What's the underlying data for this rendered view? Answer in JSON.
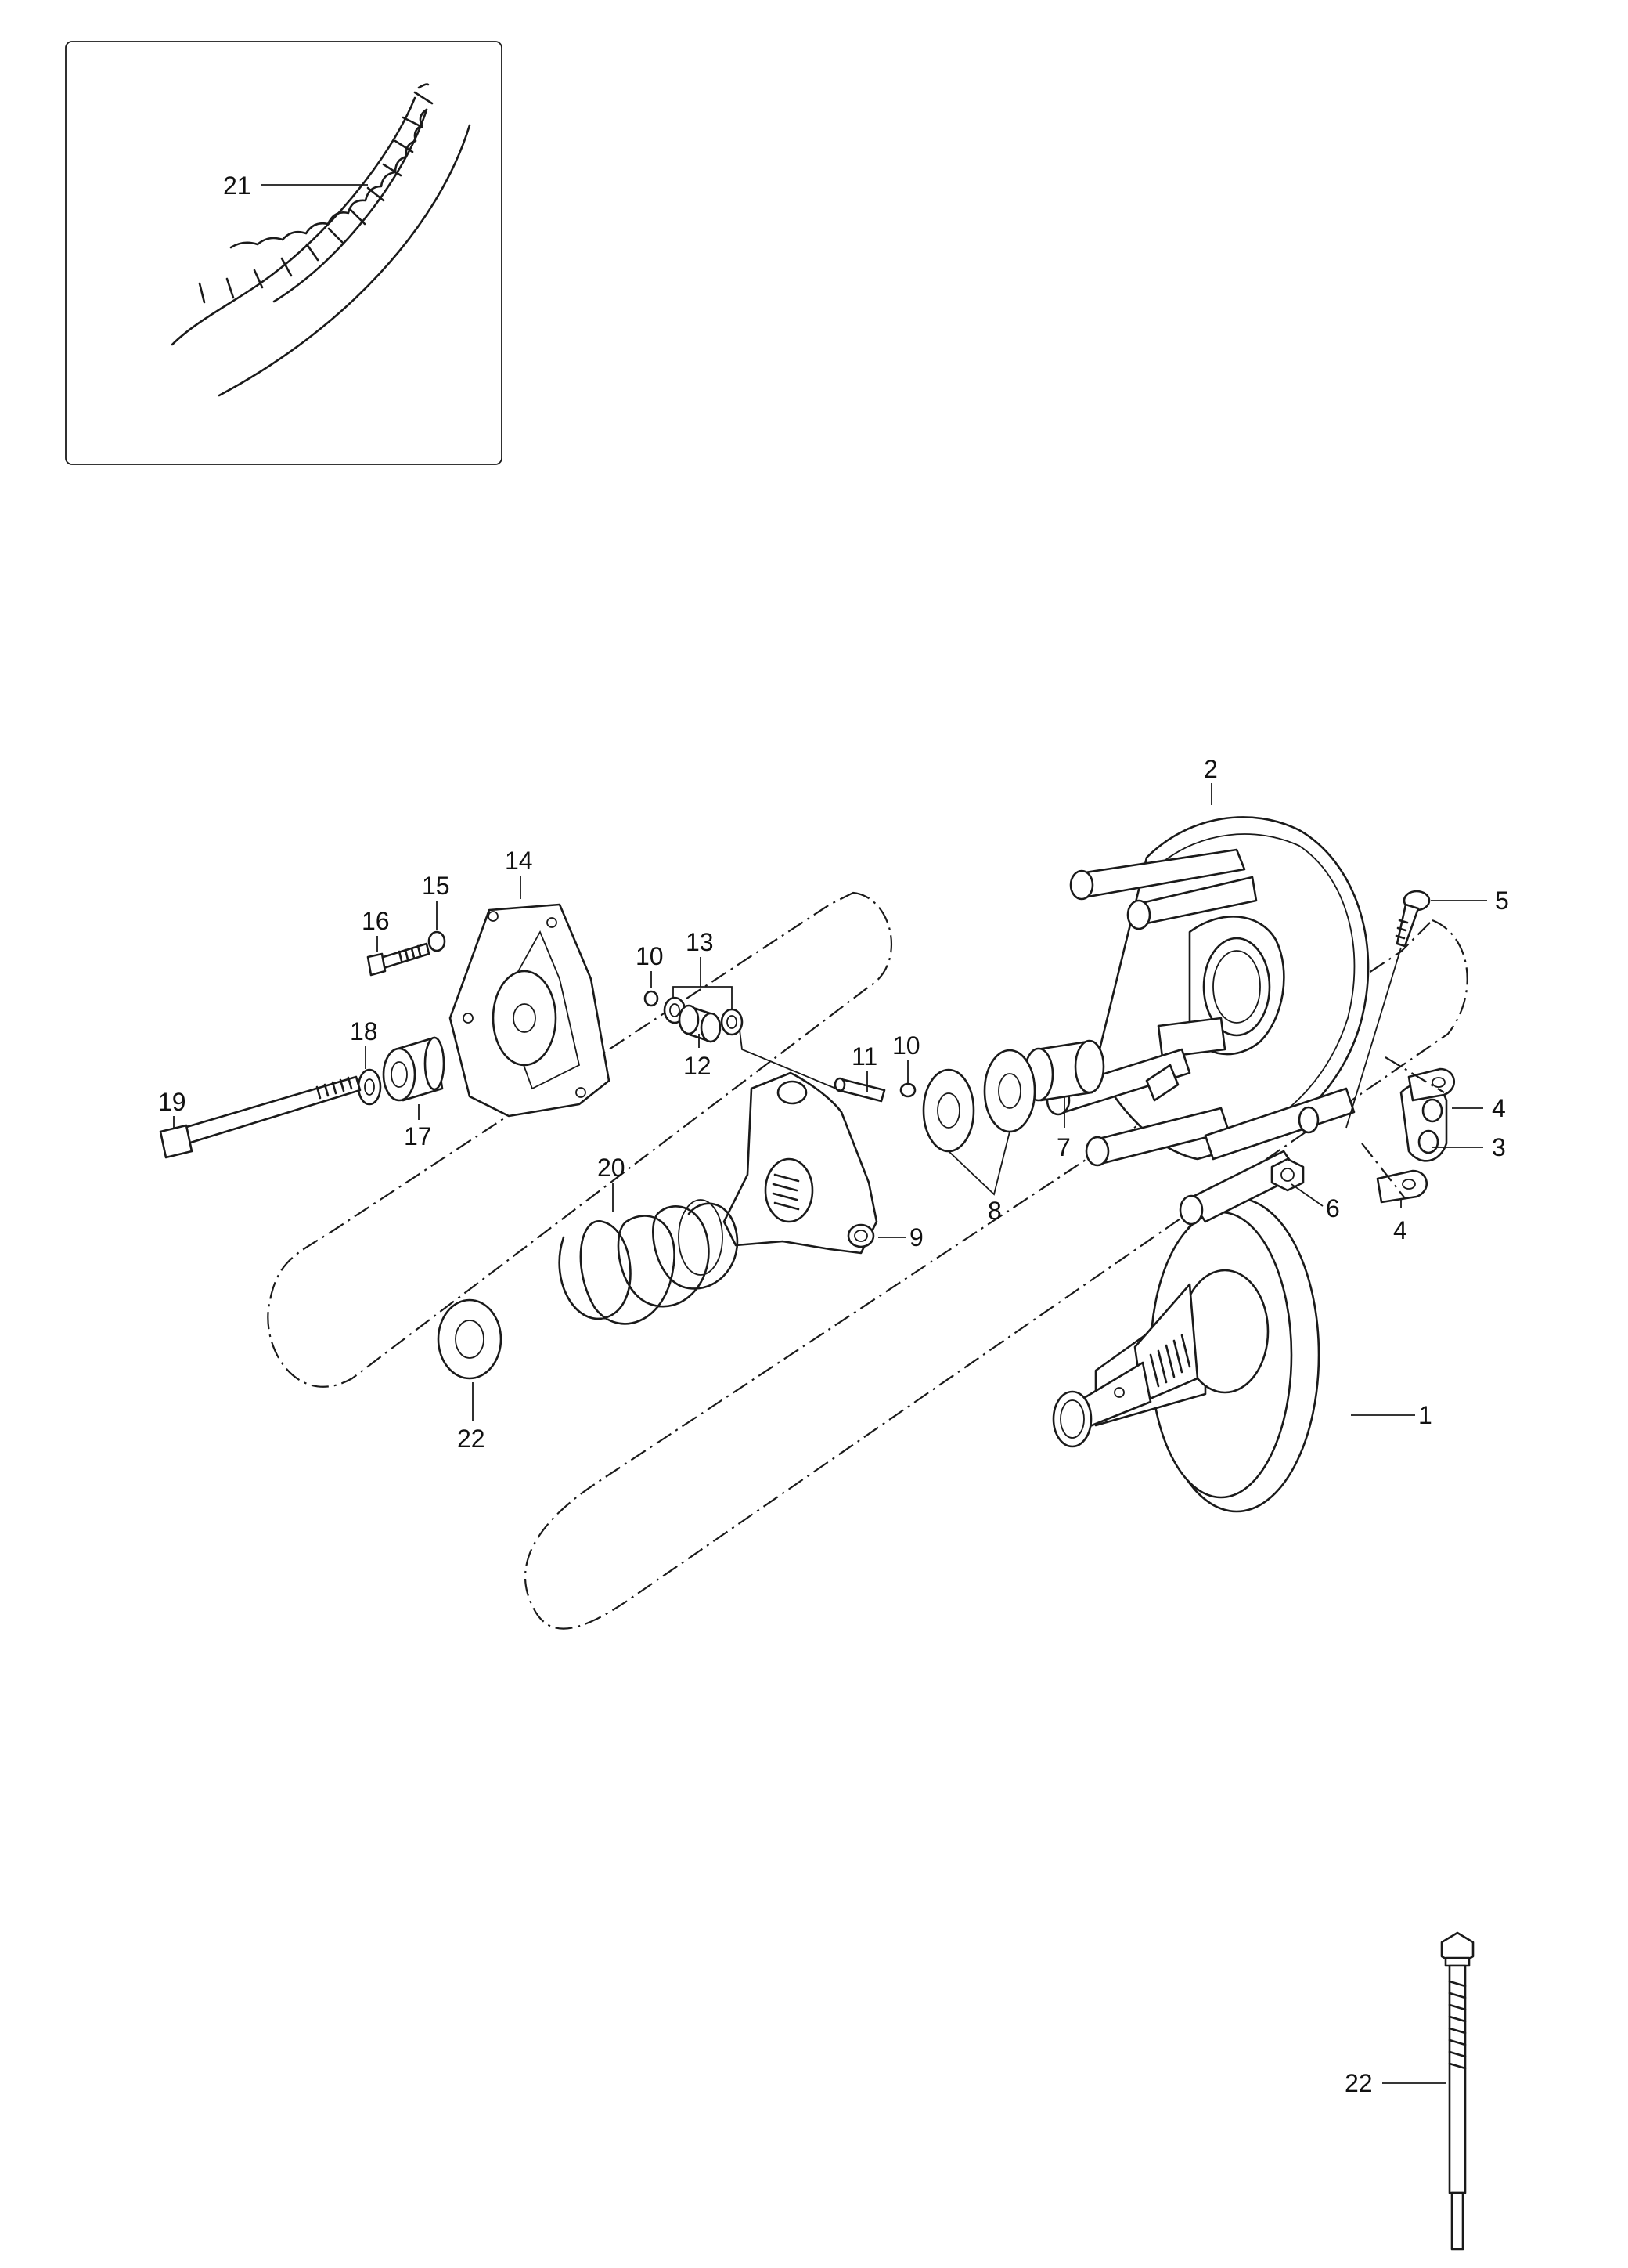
{
  "inset": {
    "callout_label": "21"
  },
  "callouts": [
    {
      "id": "1",
      "text": "1"
    },
    {
      "id": "2",
      "text": "2"
    },
    {
      "id": "3",
      "text": "3"
    },
    {
      "id": "4a",
      "text": "4"
    },
    {
      "id": "4b",
      "text": "4"
    },
    {
      "id": "5",
      "text": "5"
    },
    {
      "id": "6",
      "text": "6"
    },
    {
      "id": "7",
      "text": "7"
    },
    {
      "id": "8",
      "text": "8"
    },
    {
      "id": "9",
      "text": "9"
    },
    {
      "id": "10a",
      "text": "10"
    },
    {
      "id": "10b",
      "text": "10"
    },
    {
      "id": "11",
      "text": "11"
    },
    {
      "id": "12",
      "text": "12"
    },
    {
      "id": "13",
      "text": "13"
    },
    {
      "id": "14",
      "text": "14"
    },
    {
      "id": "15",
      "text": "15"
    },
    {
      "id": "16",
      "text": "16"
    },
    {
      "id": "17",
      "text": "17"
    },
    {
      "id": "18",
      "text": "18"
    },
    {
      "id": "19",
      "text": "19"
    },
    {
      "id": "20",
      "text": "20"
    },
    {
      "id": "22a",
      "text": "22"
    },
    {
      "id": "22b",
      "text": "22"
    }
  ]
}
